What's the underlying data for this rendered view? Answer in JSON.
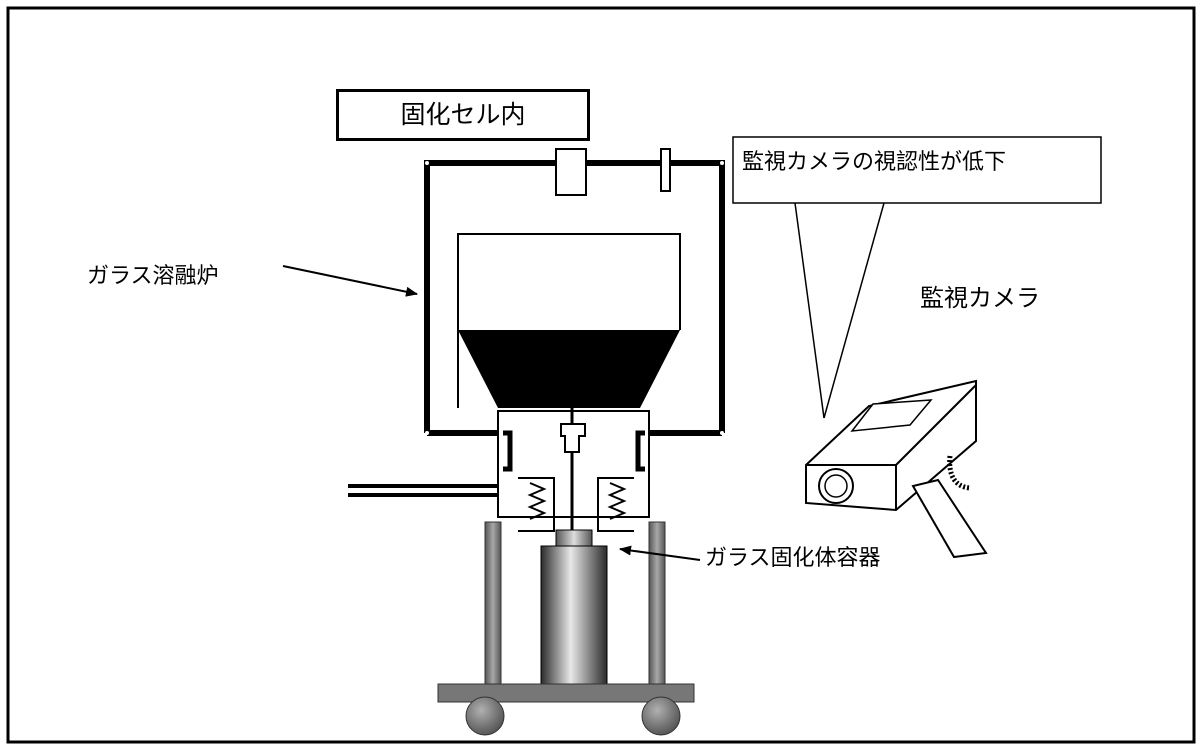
{
  "labels": {
    "cell": "固化セル内",
    "callout": "監視カメラの視認性が低下",
    "furnace": "ガラス溶融炉",
    "camera": "監視カメラ",
    "container": "ガラス固化体容器"
  },
  "colors": {
    "line": "#000000",
    "background": "#ffffff",
    "frame_grey": "#777777",
    "container_dark": "#2b2b2b",
    "container_light": "#e8e8e8"
  }
}
